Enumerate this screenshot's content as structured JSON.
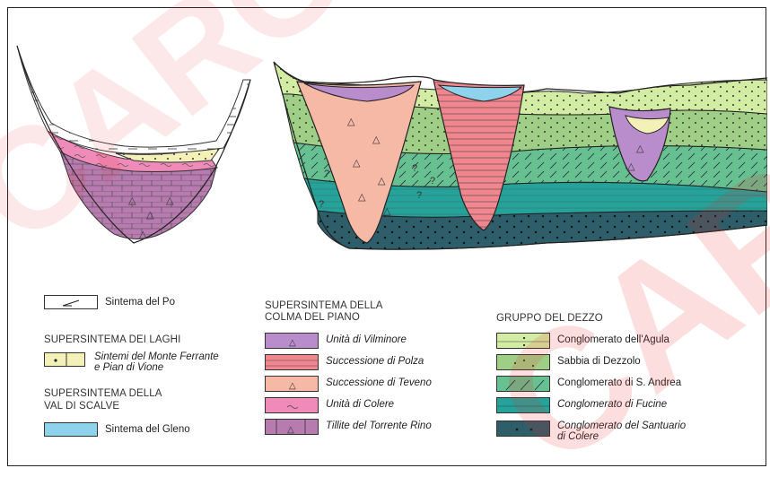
{
  "legend": {
    "col1": {
      "po": {
        "label": "Sintema del Po"
      },
      "laghi_header": "SUPERSINTEMA DEI LAGHI",
      "ferrante": {
        "label_line1": "Sintemi del Monte Ferrante",
        "label_line2": "e Pian di Vione"
      },
      "scalve_header_line1": "SUPERSINTEMA DELLA",
      "scalve_header_line2": "VAL DI SCALVE",
      "gleno": {
        "label": "Sintema del Gleno"
      }
    },
    "col2": {
      "header_line1": "SUPERSINTEMA DELLA",
      "header_line2": "COLMA DEL PIANO",
      "items": [
        {
          "label": "Unità di Vilminore",
          "color": "#b98ccc"
        },
        {
          "label": "Successione di Polza",
          "color": "#f2868e"
        },
        {
          "label": "Successione di Teveno",
          "color": "#f6b9a6"
        },
        {
          "label": "Unità di Colere",
          "color": "#ef8ab9"
        },
        {
          "label": "Tillite del Torrente Rino",
          "color": "#b77bb0"
        }
      ]
    },
    "col3": {
      "header": "GRUPPO DEL DEZZO",
      "items": [
        {
          "label": "Conglomerato dell'Agula",
          "color": "#d3eca3"
        },
        {
          "label": "Sabbia di Dezzolo",
          "color": "#9fcf86"
        },
        {
          "label": "Conglomerato di S. Andrea",
          "color": "#67c08f"
        },
        {
          "label": "Conglomerato di Fucine",
          "color": "#25a39a"
        },
        {
          "label_line1": "Conglomerato del Santuario",
          "label_line2": "di Colere",
          "color": "#2f5e6b"
        }
      ]
    }
  },
  "section": {
    "symbols": {
      "triangle": "△",
      "question": "?"
    },
    "colors": {
      "po": "#ffffff",
      "ferrante": "#f3f1b8",
      "gleno": "#8fd2ec",
      "vilminore": "#b98ccc",
      "polza": "#f2868e",
      "teveno": "#f6b9a6",
      "colere": "#ef8ab9",
      "tillite": "#b77bb0",
      "agula": "#d3eca3",
      "dezzolo": "#9fcf86",
      "sandrea": "#67c08f",
      "fucine": "#25a39a",
      "santuario": "#2f5e6b"
    }
  },
  "watermark": {
    "text1": "CARG",
    "text2": "CARG"
  }
}
